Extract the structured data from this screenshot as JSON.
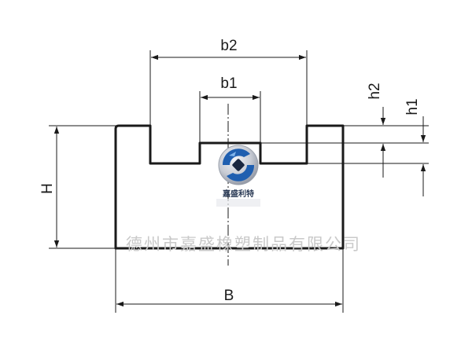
{
  "dimensions": {
    "b2": "b2",
    "b1": "b1",
    "h2": "h2",
    "h1": "h1",
    "H": "H",
    "B": "B"
  },
  "logo": {
    "text": "嘉盛利特",
    "icon": "company-logo-icon",
    "colors": {
      "blue": "#1f5fb0",
      "silver": "#c8ccd4",
      "dark": "#1a2740"
    }
  },
  "watermark": {
    "text": "德州市嘉盛橡塑制品有限公司"
  },
  "colors": {
    "line": "#1a1a1a",
    "background": "#ffffff",
    "watermark": "#c9c9c9"
  }
}
